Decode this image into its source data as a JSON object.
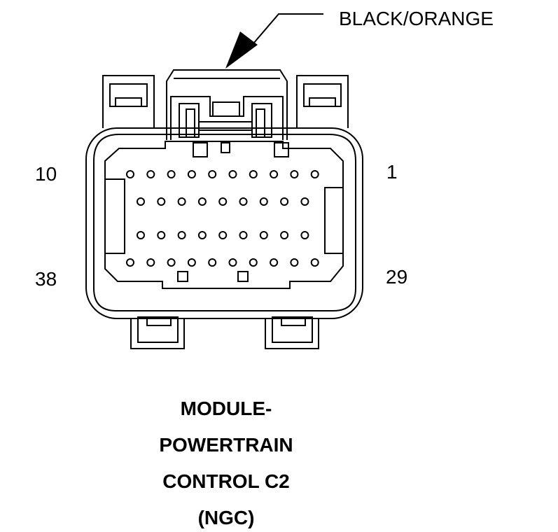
{
  "callout": {
    "wire_color": "BLACK/ORANGE"
  },
  "pin_labels": {
    "top_left": "10",
    "top_right": "1",
    "bottom_left": "38",
    "bottom_right": "29"
  },
  "pin_rows": [
    10,
    9,
    9,
    10
  ],
  "title_lines": [
    "MODULE-",
    "POWERTRAIN",
    "CONTROL C2",
    "(NGC)"
  ],
  "colors": {
    "line": "#000000",
    "background": "#ffffff"
  }
}
